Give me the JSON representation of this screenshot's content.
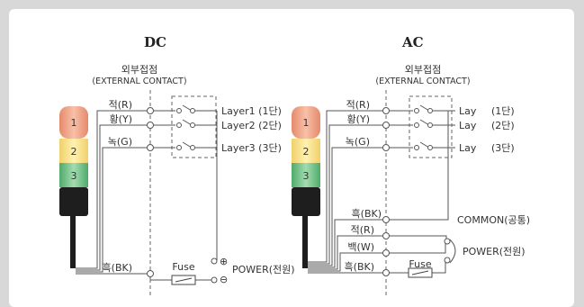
{
  "dc": {
    "title": "DC",
    "external_label_ko": "외부접점",
    "external_label_en": "(EXTERNAL CONTACT)",
    "tiers": [
      "1",
      "2",
      "3"
    ],
    "wires": [
      "적(R)",
      "황(Y)",
      "녹(G)"
    ],
    "layers": [
      "Layer1 (1단)",
      "Layer2 (2단)",
      "Layer3 (3단)"
    ],
    "black_wire": "흑(BK)",
    "fuse": "Fuse",
    "power": "POWER(전원)",
    "plus": "⊕",
    "minus": "⊖"
  },
  "ac": {
    "title": "AC",
    "external_label_ko": "외부접점",
    "external_label_en": "(EXTERNAL CONTACT)",
    "tiers": [
      "1",
      "2",
      "3"
    ],
    "wires": [
      "적(R)",
      "황(Y)",
      "녹(G)"
    ],
    "lay_word": "Lay",
    "lay_tiers": [
      "(1단)",
      "(2단)",
      "(3단)"
    ],
    "common_wire": "흑(BK)",
    "common": "COMMON(공통)",
    "power_wires": [
      "적(R)",
      "백(W)",
      "흑(BK)"
    ],
    "fuse": "Fuse",
    "power": "POWER(전원)"
  },
  "colors": {
    "tier1": "#f4a58a",
    "tier2": "#f8e08a",
    "tier3": "#79c98d",
    "lamp_body": "#1e1e1e"
  }
}
